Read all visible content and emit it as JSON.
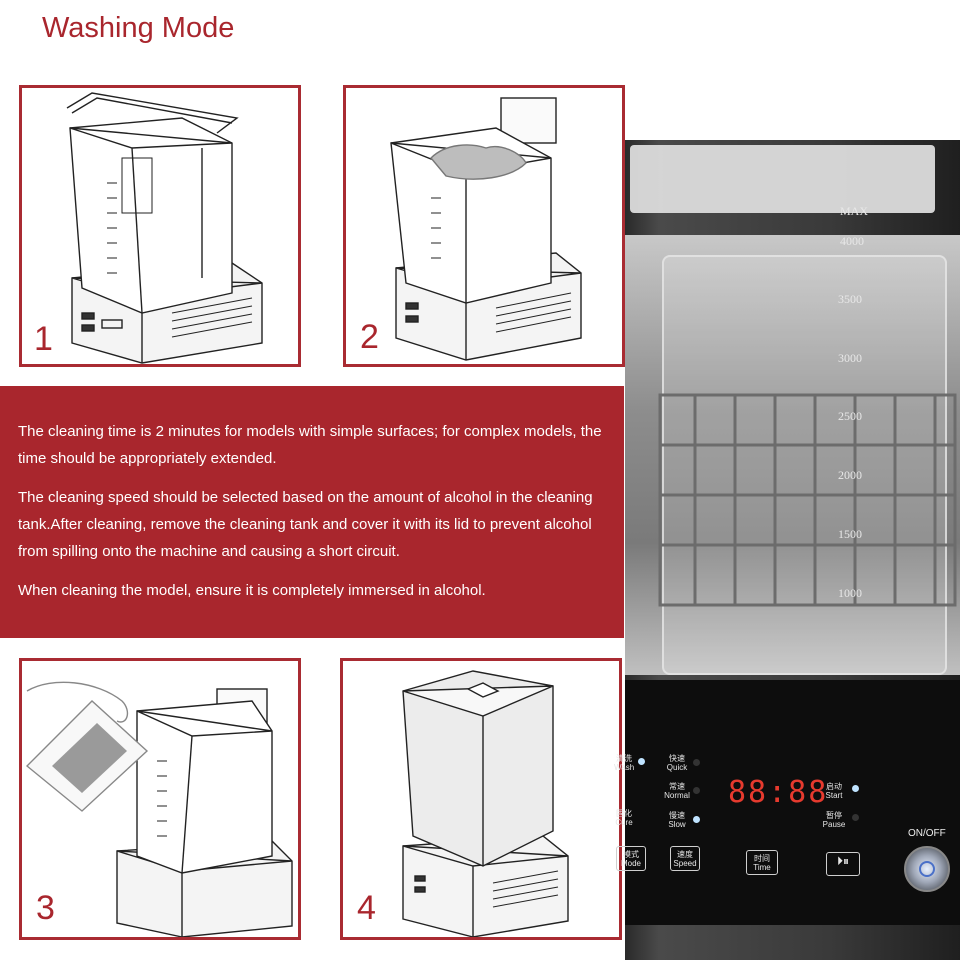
{
  "page": {
    "title": "Washing Mode"
  },
  "steps": [
    {
      "number": "1"
    },
    {
      "number": "2"
    },
    {
      "number": "3"
    },
    {
      "number": "4"
    }
  ],
  "instructions": {
    "p1": "The cleaning time is 2 minutes for models with simple surfaces; for complex models, the time should be appropriately extended.",
    "p2": "The cleaning speed should be selected based on the amount of alcohol in the cleaning tank.After cleaning, remove the cleaning tank and cover it with its lid to prevent alcohol from spilling onto the machine and causing a short circuit.",
    "p3": "When cleaning the model, ensure it is completely immersed in alcohol."
  },
  "device": {
    "scale": [
      "MAX",
      "4000",
      "3500",
      "3000",
      "2500",
      "2000",
      "1500",
      "1000"
    ],
    "display": "88:88",
    "labels": {
      "wash_cn": "清洗",
      "wash_en": "Wash",
      "cure_cn": "固化",
      "cure_en": "Cure",
      "quick_cn": "快速",
      "quick_en": "Quick",
      "normal_cn": "常速",
      "normal_en": "Normal",
      "slow_cn": "慢速",
      "slow_en": "Slow",
      "start_cn": "启动",
      "start_en": "Start",
      "pause_cn": "暂停",
      "pause_en": "Pause"
    },
    "buttons": {
      "mode_cn": "模式",
      "mode_en": "Mode",
      "speed_cn": "速度",
      "speed_en": "Speed",
      "time_cn": "时间",
      "time_en": "Time",
      "play_symbol": "⏵⏸"
    },
    "power_label": "ON/OFF",
    "colors": {
      "accent": "#a9262d",
      "display": "#e63a2e",
      "led_on": "#bfe3ff"
    }
  }
}
